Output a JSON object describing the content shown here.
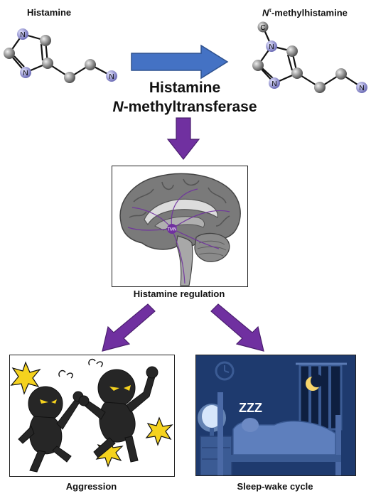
{
  "molecules": {
    "left_label": "Histamine",
    "right_label_prefix": "N",
    "right_label_sup": "τ",
    "right_label_suffix": "-methylhistamine",
    "atom_n": "N",
    "atom_c": "C"
  },
  "enzyme": {
    "line1": "Histamine",
    "line2_italic": "N",
    "line2_rest": "-methyltransferase"
  },
  "brain": {
    "region_label": "TMN",
    "caption": "Histamine regulation"
  },
  "outcomes": {
    "left_caption": "Aggression",
    "right_caption": "Sleep-wake cycle",
    "sleep_text": "ZZZ"
  },
  "colors": {
    "arrow_blue": "#4472C4",
    "arrow_purple": "#7030A0",
    "nitrogen": "#8080C8",
    "carbon": "#808080",
    "night_blue": "#1E3A6E"
  }
}
